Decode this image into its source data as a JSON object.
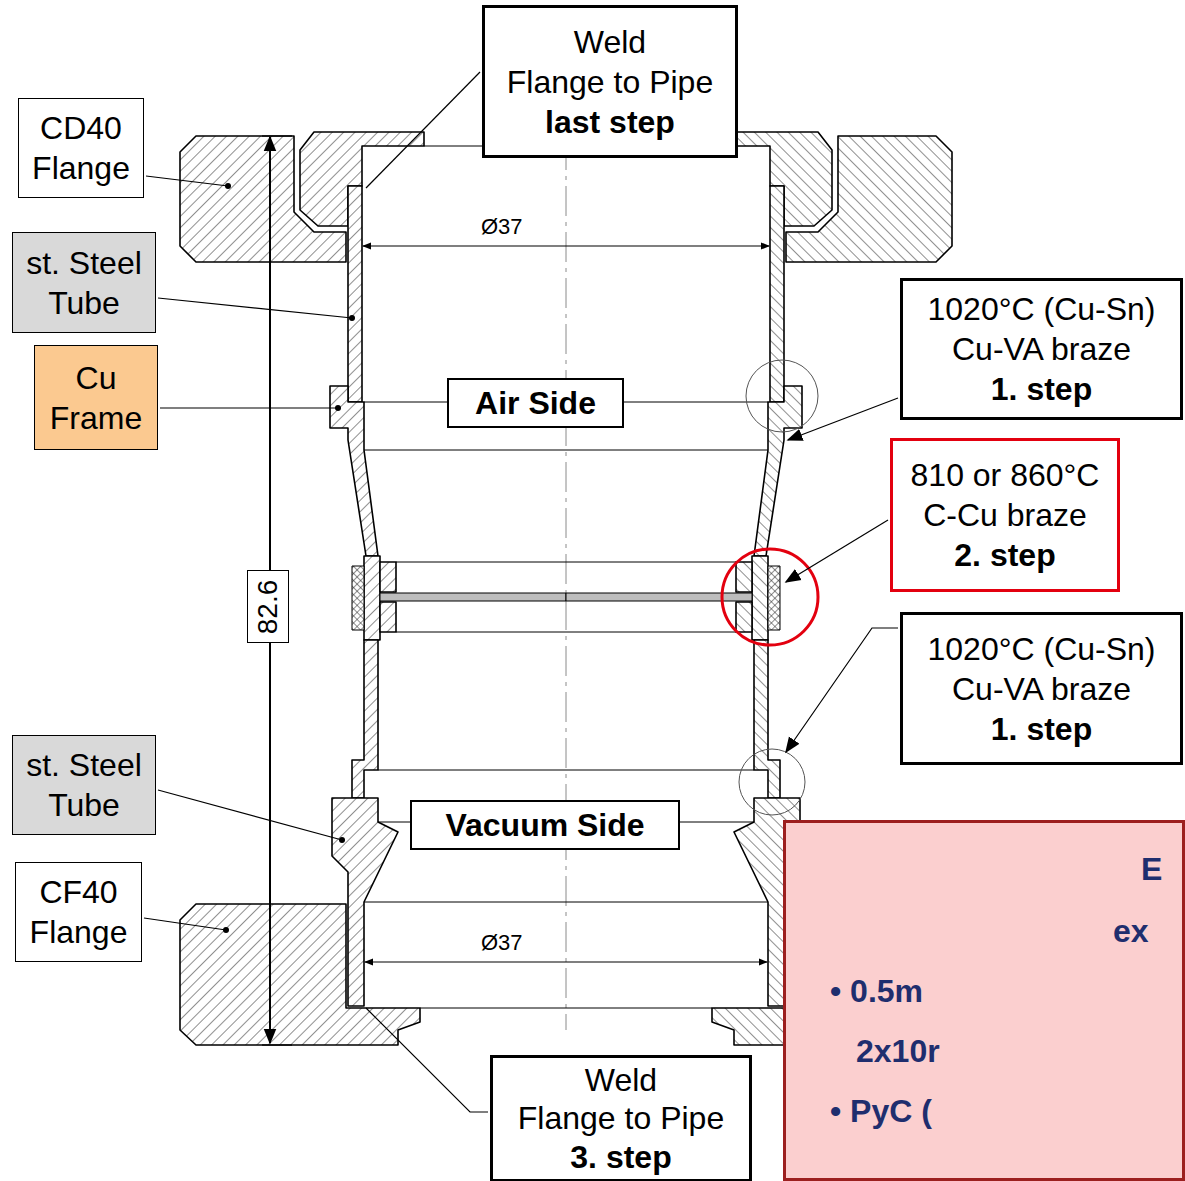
{
  "diagram": {
    "nodes": [
      {
        "text": [
          "Weld",
          "Flange to Pipe",
          "last step"
        ]
      },
      {
        "text": [
          "CD40 Flange"
        ]
      },
      {
        "text": [
          "st. Steel Tube"
        ]
      },
      {
        "text": [
          "Cu Frame"
        ]
      },
      {
        "text": [
          "Air Side"
        ]
      },
      {
        "text": [
          "1020°C (Cu-Sn) Cu-VA braze",
          "1. step"
        ]
      },
      {
        "text": [
          "810 or 860°C C-Cu braze",
          "2. step"
        ]
      },
      {
        "text": [
          "82.6"
        ]
      },
      {
        "text": [
          "1020°C (Cu-Sn) Cu-VA braze",
          "1. step"
        ]
      },
      {
        "text": [
          "st. Steel Tube"
        ]
      },
      {
        "text": [
          "Vacuum Side"
        ]
      },
      {
        "text": [
          "CF40 Flange"
        ]
      },
      {
        "text": [
          "E",
          "ex",
          "• 0.5m 2x10r",
          "• PyC ("
        ]
      },
      {
        "text": [
          "Weld",
          "Flange to Pipe",
          "3. step"
        ]
      }
    ],
    "labels": [
      "Ø37",
      "Ø37"
    ]
  }
}
